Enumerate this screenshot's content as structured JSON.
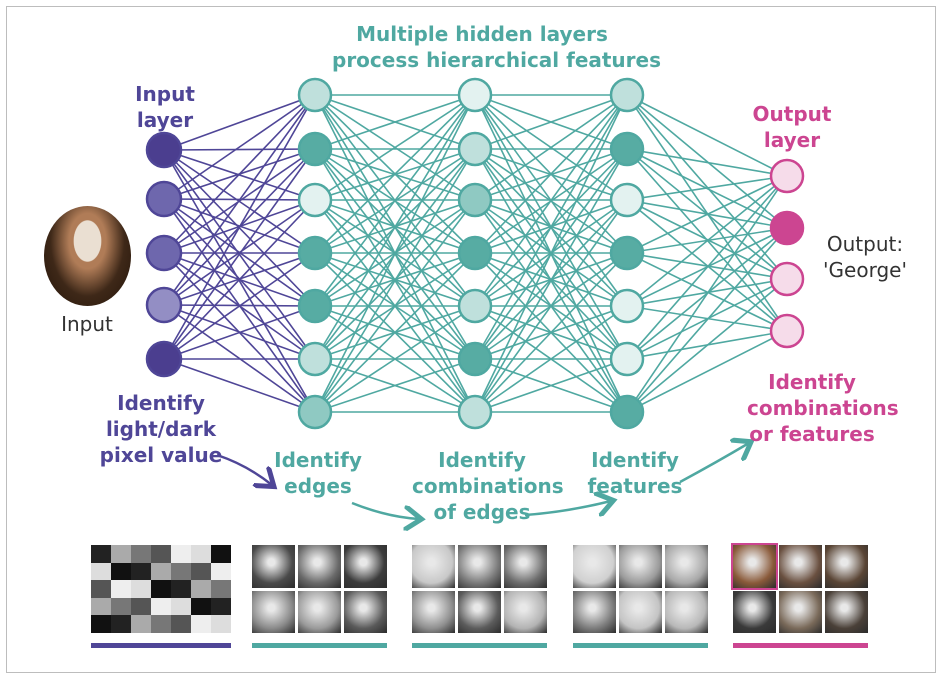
{
  "labels": {
    "hidden_title_1": "Multiple hidden layers",
    "hidden_title_2": "process hierarchical features",
    "input_layer_1": "Input",
    "input_layer_2": "layer",
    "output_layer_1": "Output",
    "output_layer_2": "layer",
    "input": "Input",
    "output_1": "Output:",
    "output_2": "'George'",
    "identify_pixel_1": "Identify",
    "identify_pixel_2": "light/dark",
    "identify_pixel_3": "pixel value",
    "identify_edges_1": "Identify",
    "identify_edges_2": "edges",
    "identify_comb_1": "Identify",
    "identify_comb_2": "combinations",
    "identify_comb_3": "of edges",
    "identify_feat_1": "Identify",
    "identify_feat_2": "features",
    "identify_out_1": "Identify",
    "identify_out_2": "combinations",
    "identify_out_3": "or features"
  },
  "colors": {
    "purple": "#4f4697",
    "teal": "#4fa8a1",
    "magenta": "#cc4591"
  },
  "network": {
    "layers": [
      {
        "name": "input",
        "fills": [
          "#4b3e8f",
          "#6e67ad",
          "#6e67ad",
          "#938ec4",
          "#4b3e8f"
        ]
      },
      {
        "name": "hidden-1",
        "fills": [
          "#bfe0dc",
          "#57aca3",
          "#e3f2f0",
          "#57aca3",
          "#57aca3",
          "#bfe0dc",
          "#8fc9c2"
        ]
      },
      {
        "name": "hidden-2",
        "fills": [
          "#e3f2f0",
          "#bfe0dc",
          "#8fc9c2",
          "#57aca3",
          "#bfe0dc",
          "#57aca3",
          "#bfe0dc"
        ]
      },
      {
        "name": "hidden-3",
        "fills": [
          "#bfe0dc",
          "#57aca3",
          "#e3f2f0",
          "#57aca3",
          "#e3f2f0",
          "#e3f2f0",
          "#57aca3"
        ]
      },
      {
        "name": "output",
        "fills": [
          "#f6dcea",
          "#cc4591",
          "#f6dcea",
          "#f6dcea"
        ]
      }
    ]
  }
}
